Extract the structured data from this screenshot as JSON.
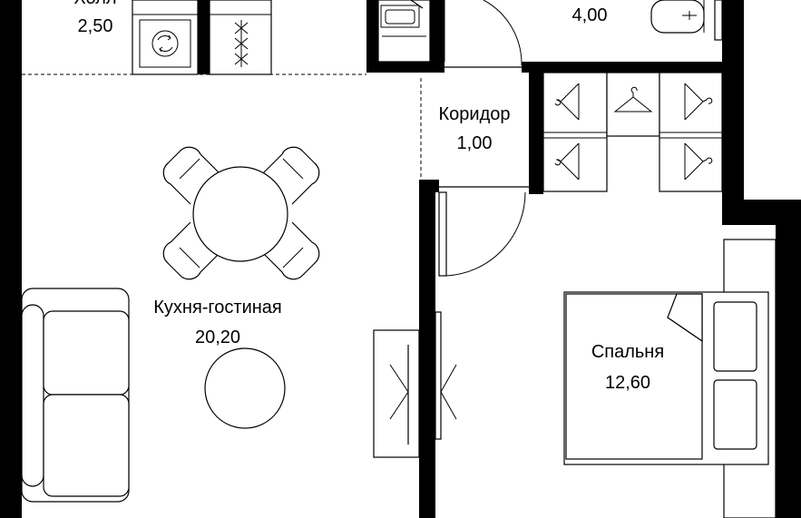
{
  "rooms": {
    "hall": {
      "name": "Холл",
      "area": "2,50"
    },
    "bathroom": {
      "area": "4,00"
    },
    "corridor": {
      "name": "Коридор",
      "area": "1,00"
    },
    "living": {
      "name": "Кухня-гостиная",
      "area": "20,20"
    },
    "bedroom": {
      "name": "Спальня",
      "area": "12,60"
    }
  },
  "colors": {
    "wall": "#000000",
    "background": "#ffffff"
  },
  "icons": [
    "washing-machine-icon",
    "stove-icon",
    "sink-icon",
    "toilet-icon",
    "hanger-icon",
    "dining-table-icon",
    "sofa-icon",
    "coffee-table-icon",
    "bed-icon",
    "pillow-icon",
    "window-icon",
    "door-swing-icon"
  ]
}
